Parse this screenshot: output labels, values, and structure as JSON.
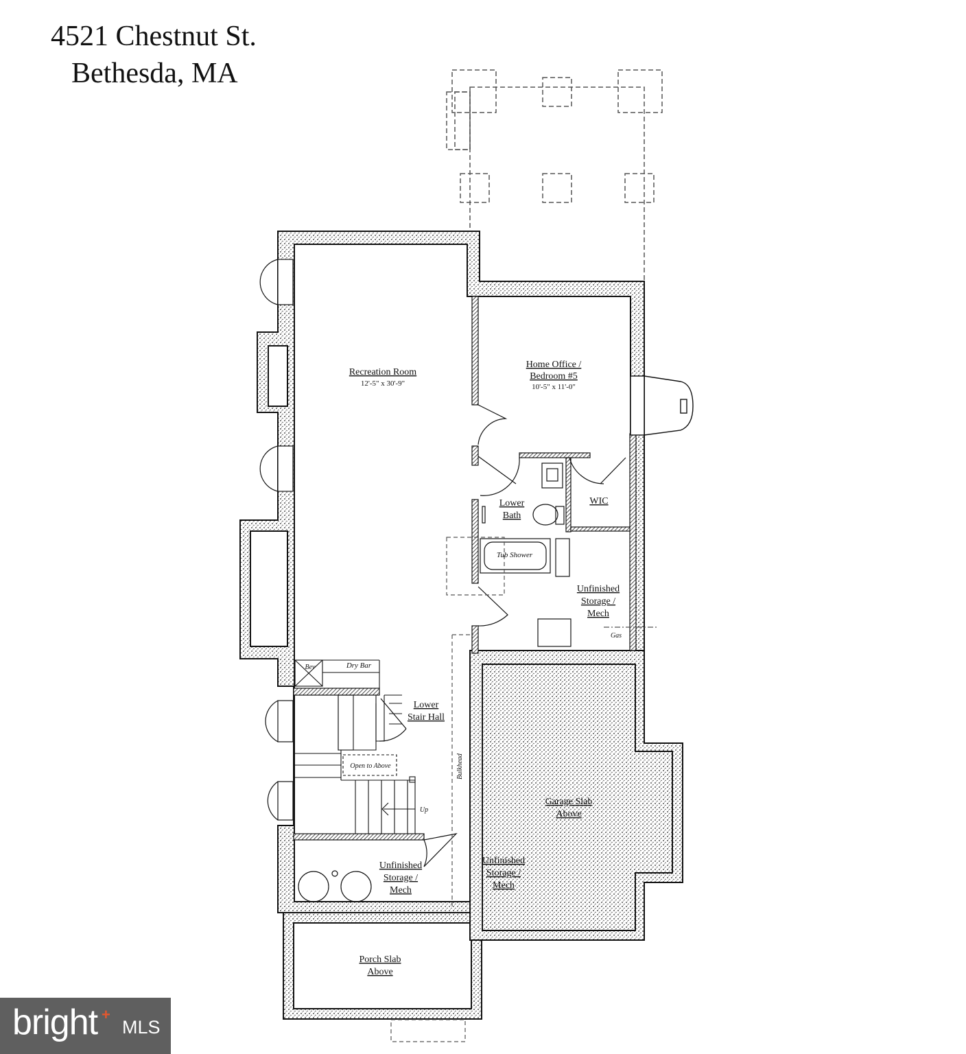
{
  "header": {
    "address_line1": "4521 Chestnut St.",
    "address_line2": "Bethesda, MA"
  },
  "rooms": {
    "recreation": {
      "name": "Recreation Room",
      "dims": "12'-5\" x 30'-9\""
    },
    "office": {
      "name_line1": "Home Office /",
      "name_line2": "Bedroom #5",
      "dims": "10'-5\" x  11'-0\""
    },
    "lower_bath": {
      "line1": "Lower",
      "line2": "Bath"
    },
    "wic": "WIC",
    "tub_shower": "Tub Shower",
    "storage_mech_right": {
      "line1": "Unfinished",
      "line2": "Storage /",
      "line3": "Mech"
    },
    "gas": "Gas",
    "bev": "Bev",
    "dry_bar": "Dry Bar",
    "stair_hall": {
      "line1": "Lower",
      "line2": "Stair Hall"
    },
    "open_to_above": "Open to Above",
    "bulkhead": "Bulkhead",
    "up": "Up",
    "storage_mech_bottom": {
      "line1": "Unfinished",
      "line2": "Storage /",
      "line3": "Mech"
    },
    "storage_mech_garage": {
      "line1": "Unfinished",
      "line2": "Storage /",
      "line3": "Mech"
    },
    "garage_slab": {
      "line1": "Garage Slab",
      "line2": "Above"
    },
    "porch_slab": {
      "line1": "Porch Slab",
      "line2": "Above"
    }
  },
  "watermark": {
    "brand": "bright",
    "suffix": "MLS"
  }
}
